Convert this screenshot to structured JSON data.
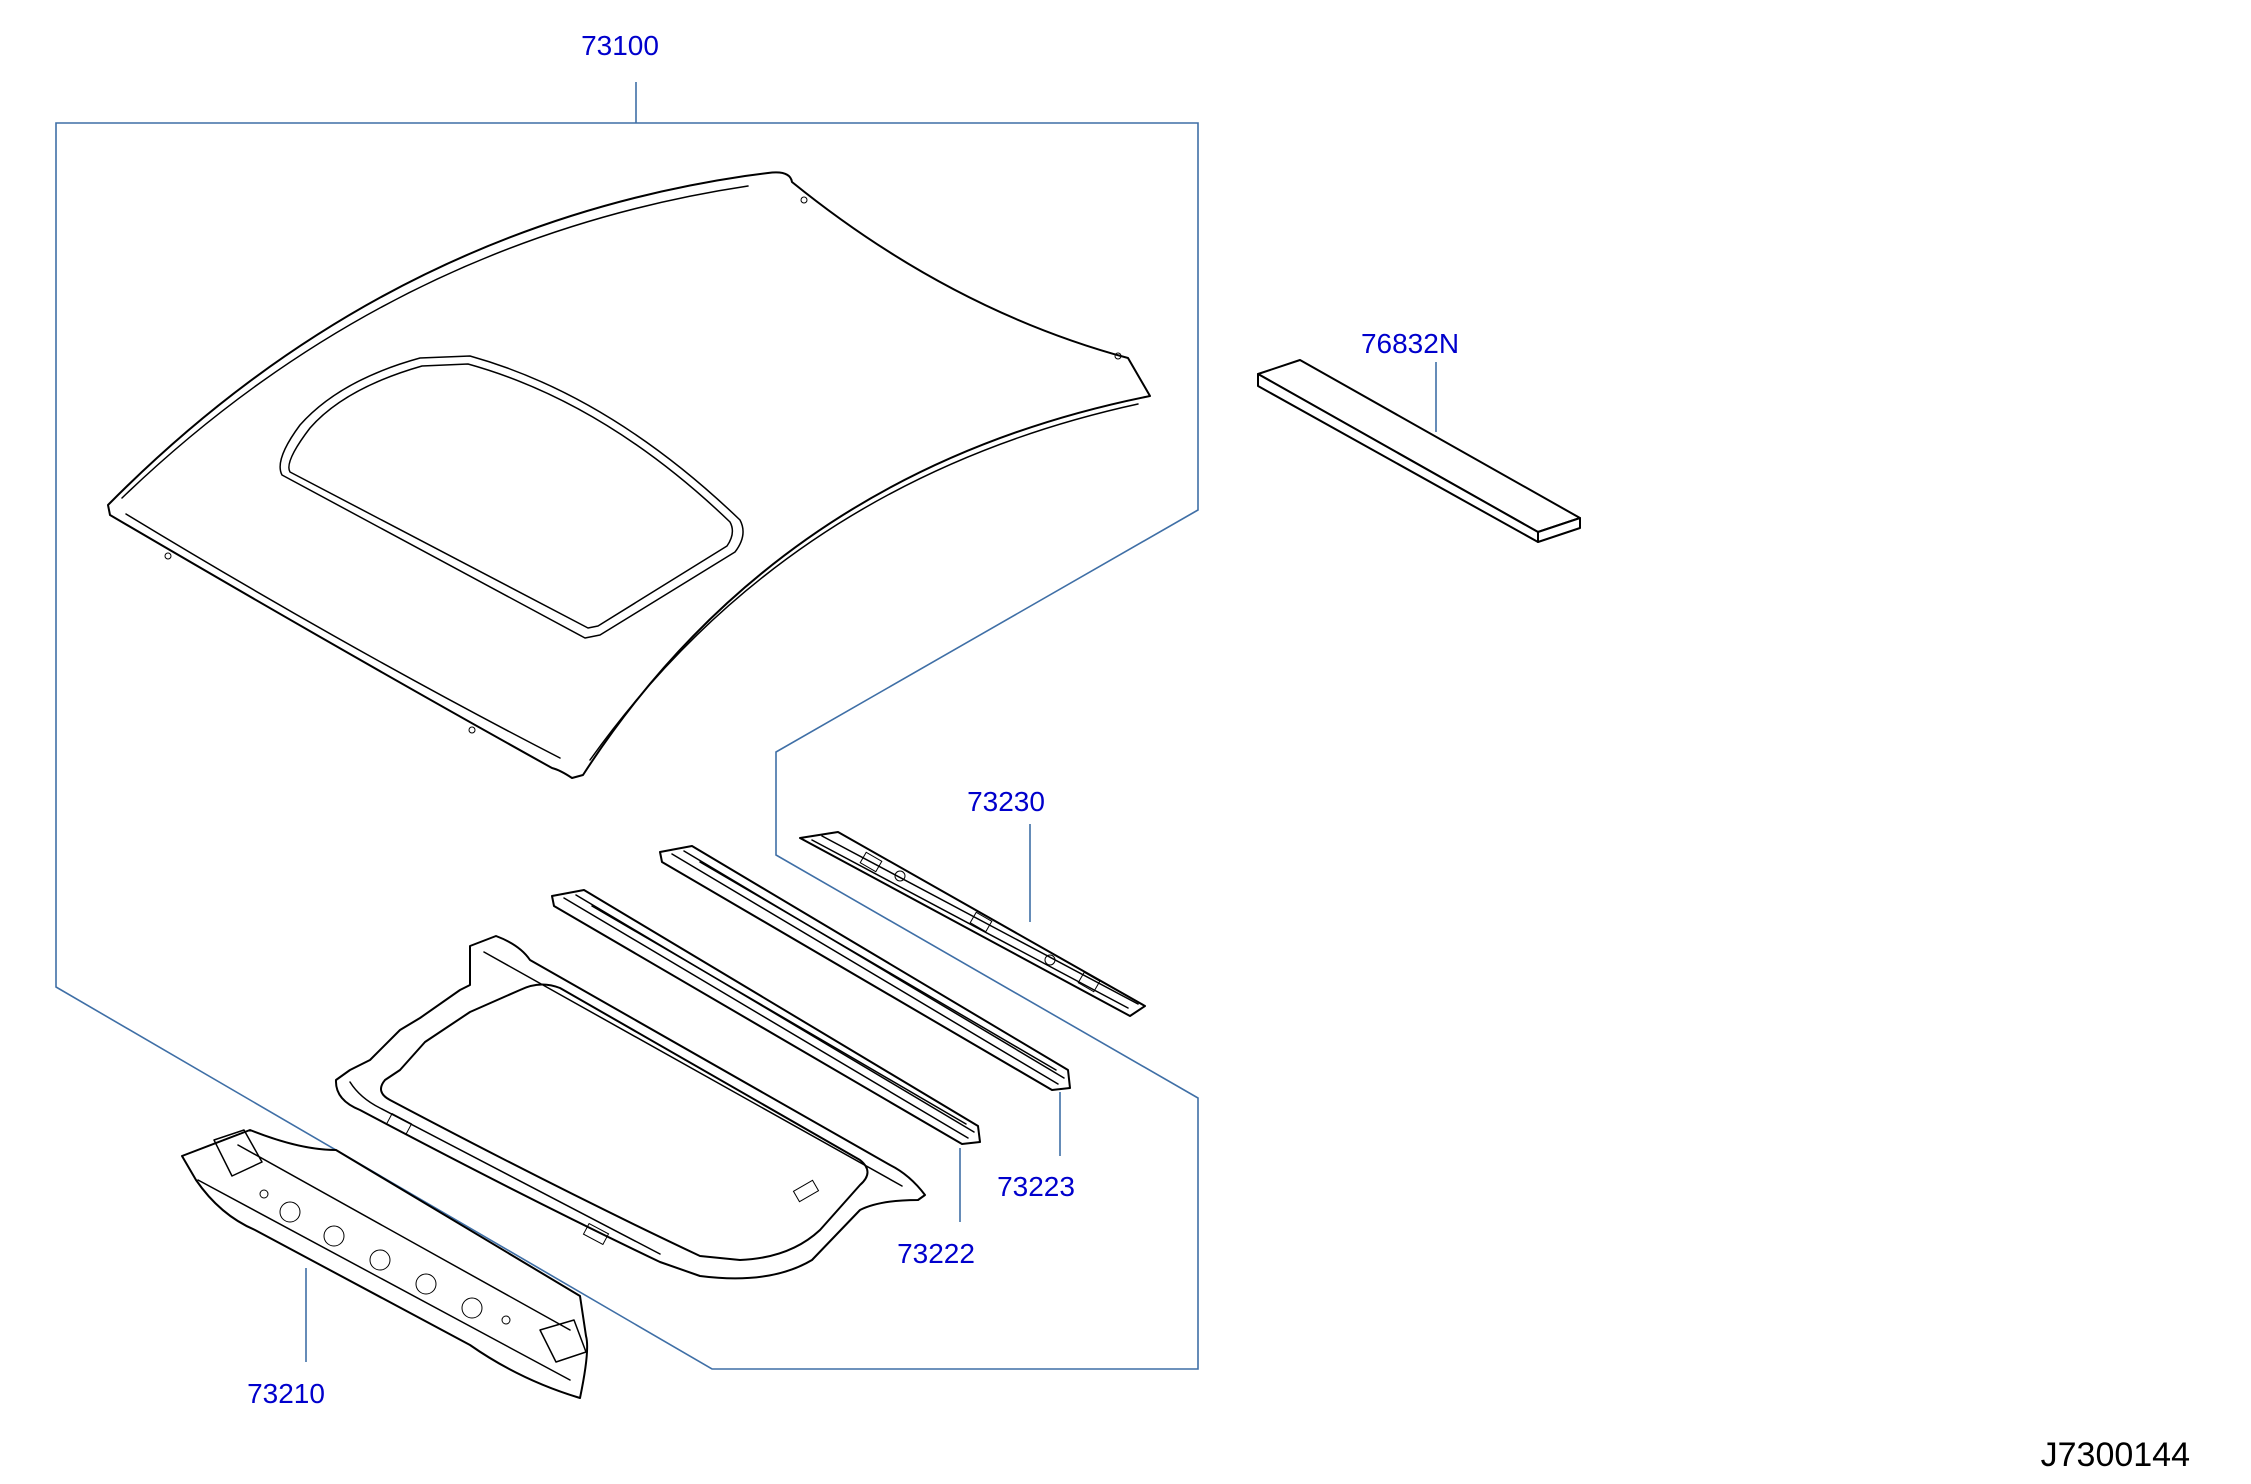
{
  "colors": {
    "callout": "#0000cc",
    "leader": "#3f6fa6",
    "linework": "#000000",
    "background": "#ffffff"
  },
  "callouts": {
    "roof_panel": "73100",
    "pad": "76832N",
    "rear_rail": "73230",
    "bow_rear": "73223",
    "sunroof_frame_rail": "73222",
    "front_header": "73210"
  },
  "reference_code": "J7300144"
}
